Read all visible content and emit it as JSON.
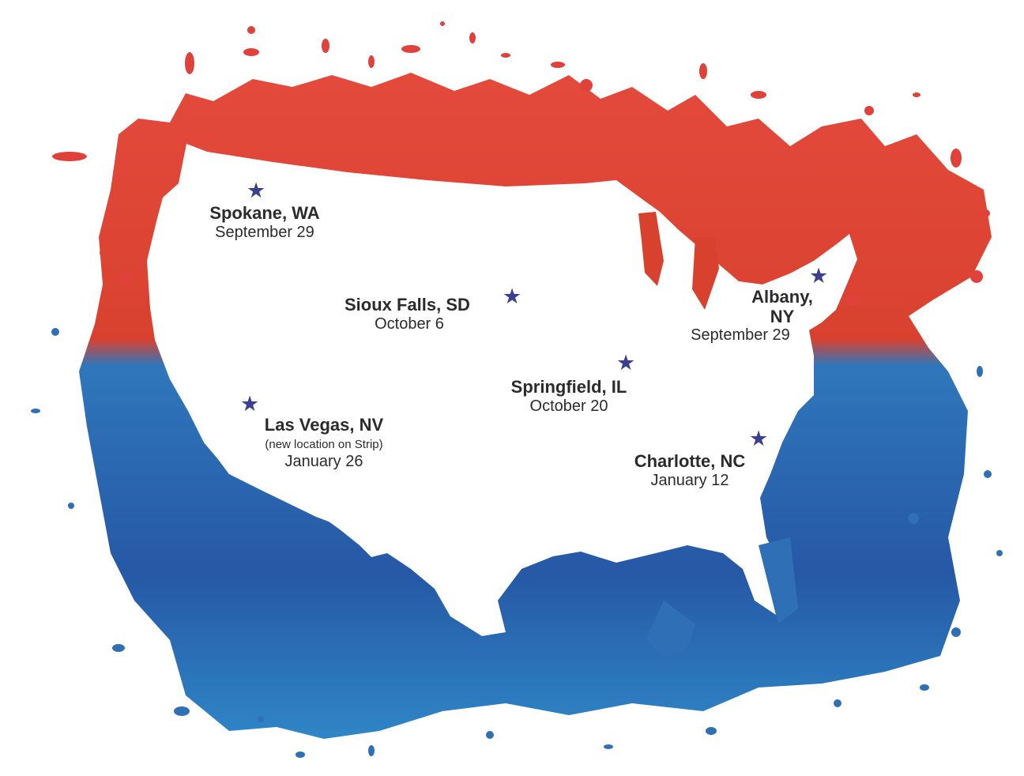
{
  "colors": {
    "north_splash": "#e0413a",
    "south_splash": "#2e6fb6",
    "star": "#3b3f8f",
    "text": "#2b2b2b"
  },
  "icons": {
    "location_marker": "star-icon"
  },
  "locations": [
    {
      "city": "Spokane, WA",
      "date": "September 29"
    },
    {
      "city": "Sioux Falls, SD",
      "date": "October 6"
    },
    {
      "city": "Albany, NY",
      "date": "September 29"
    },
    {
      "city": "Springfield, IL",
      "date": "October 20"
    },
    {
      "city": "Las Vegas, NV",
      "note": "(new location on Strip)",
      "date": "January 26"
    },
    {
      "city": "Charlotte, NC",
      "date": "January 12"
    }
  ]
}
